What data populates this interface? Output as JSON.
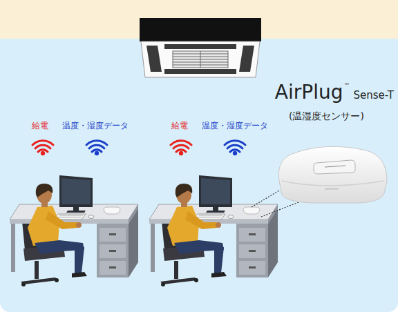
{
  "diagram": {
    "labels": [
      "AirPlug",
      "™",
      "Sense-T",
      "(温湿度センサー)",
      "給電",
      "温度・湿度データ",
      "給電",
      "温度・湿度データ"
    ]
  }
}
